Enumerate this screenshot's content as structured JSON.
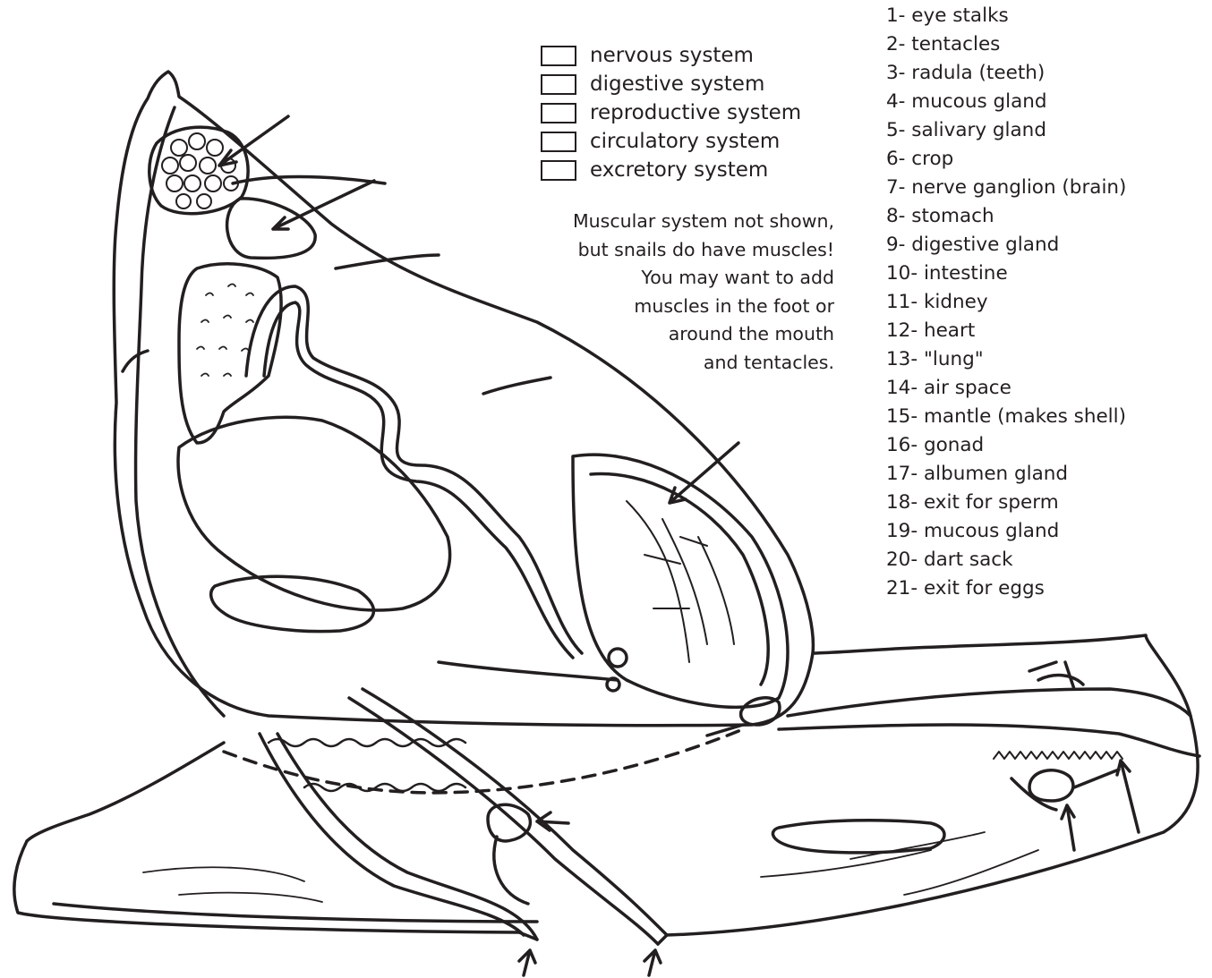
{
  "legend": {
    "items": [
      {
        "label": "nervous system"
      },
      {
        "label": "digestive system"
      },
      {
        "label": "reproductive system"
      },
      {
        "label": "circulatory system"
      },
      {
        "label": "excretory system"
      }
    ]
  },
  "note": {
    "lines": [
      "Muscular system not shown,",
      "but snails do have muscles!",
      "You may want to add",
      "muscles in the foot or",
      "around the mouth",
      "and tentacles."
    ]
  },
  "key": {
    "items": [
      "1- eye stalks",
      "2- tentacles",
      "3- radula (teeth)",
      "4- mucous gland",
      "5- salivary gland",
      "6- crop",
      "7- nerve ganglion (brain)",
      "8- stomach",
      "9- digestive gland",
      "10- intestine",
      "11- kidney",
      "12- heart",
      "13- \"lung\"",
      "14- air space",
      "15- mantle (makes shell)",
      "16- gonad",
      "17- albumen gland",
      "18- exit for sperm",
      "19- mucous gland",
      "20- dart sack",
      "21- exit for eggs"
    ]
  }
}
